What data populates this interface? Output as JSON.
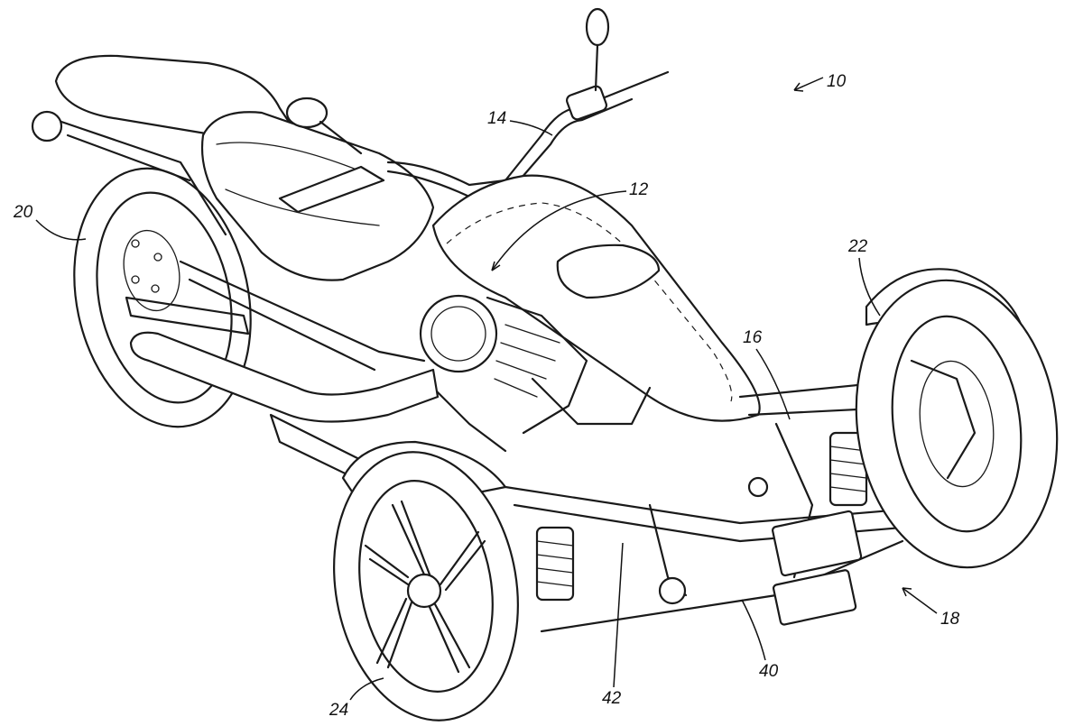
{
  "labels": {
    "ref_10": "10",
    "ref_12": "12",
    "ref_14": "14",
    "ref_16": "16",
    "ref_18": "18",
    "ref_20": "20",
    "ref_22": "22",
    "ref_24": "24",
    "ref_40": "40",
    "ref_42": "42"
  },
  "colors": {
    "line": "#1a1a1a",
    "background": "#ffffff"
  }
}
